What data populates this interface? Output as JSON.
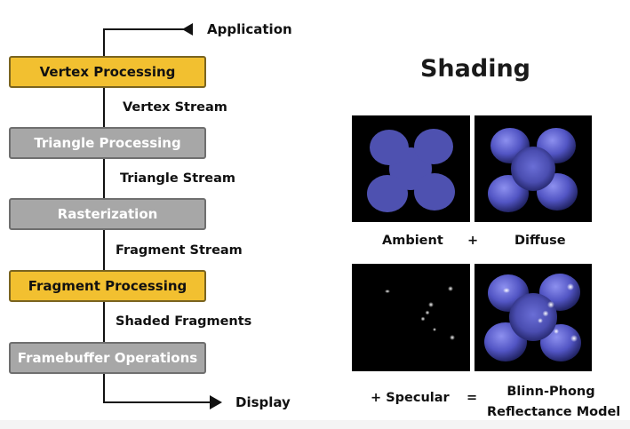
{
  "pipeline": {
    "application_label": "Application",
    "display_label": "Display",
    "stages": [
      {
        "label": "Vertex Processing",
        "style": "yellow"
      },
      {
        "label": "Triangle Processing",
        "style": "grey"
      },
      {
        "label": "Rasterization",
        "style": "grey"
      },
      {
        "label": "Fragment Processing",
        "style": "yellow"
      },
      {
        "label": "Framebuffer Operations",
        "style": "grey"
      }
    ],
    "streams": [
      "Vertex Stream",
      "Triangle Stream",
      "Fragment Stream",
      "Shaded Fragments"
    ]
  },
  "shading": {
    "title": "Shading",
    "ambient_label": "Ambient",
    "plus_1": "+",
    "diffuse_label": "Diffuse",
    "specular_label": "+ Specular",
    "equals": "=",
    "result_line1": "Blinn-Phong",
    "result_line2": "Reflectance Model"
  },
  "colors": {
    "stage_yellow": "#f2c030",
    "stage_grey": "#a7a7a7",
    "shape_blue": "#4f52b8"
  }
}
